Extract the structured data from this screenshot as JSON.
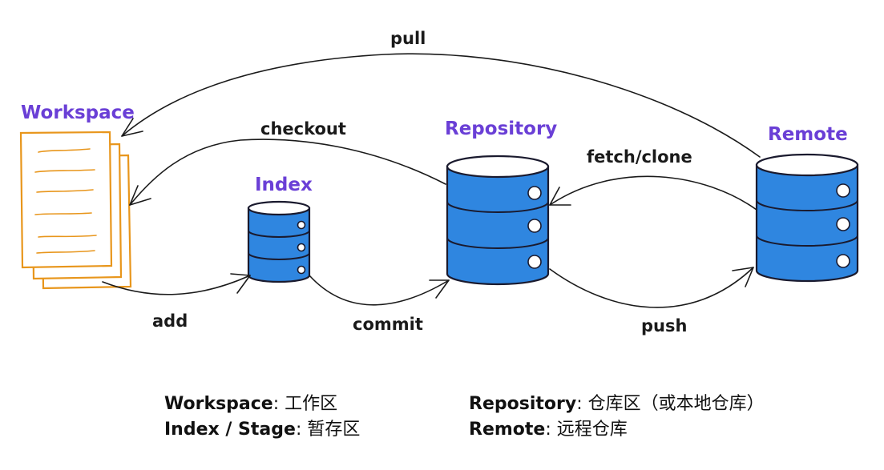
{
  "nodes": {
    "workspace": {
      "title": "Workspace"
    },
    "index": {
      "title": "Index"
    },
    "repository": {
      "title": "Repository"
    },
    "remote": {
      "title": "Remote"
    }
  },
  "edges": {
    "pull": "pull",
    "checkout": "checkout",
    "fetch_clone": "fetch/clone",
    "add": "add",
    "commit": "commit",
    "push": "push"
  },
  "legend": [
    {
      "term": "Workspace",
      "separator": ":",
      "description": "工作区"
    },
    {
      "term": "Index / Stage",
      "separator": ":",
      "description": "暂存区"
    },
    {
      "term": "Repository",
      "separator": ":",
      "description": "仓库区（或本地仓库）"
    },
    {
      "term": "Remote",
      "separator": ":",
      "description": "远程仓库"
    }
  ],
  "colors": {
    "title": "#6a3fd6",
    "cylinder": "#2f86e0",
    "document": "#e8961c",
    "arrow": "#1a1a1a"
  }
}
